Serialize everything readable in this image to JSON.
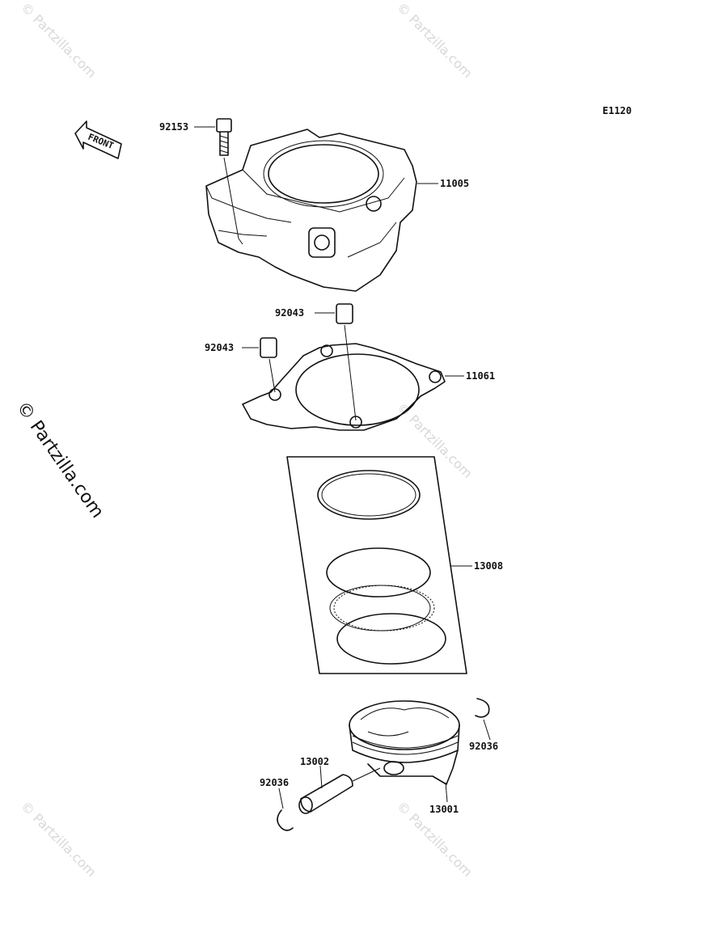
{
  "diagram_code": "E1120",
  "front_label": "FRONT",
  "watermark_text": "© Partzilla.com",
  "watermark_side": "© Partzilla.com",
  "parts": [
    {
      "key": "bolt",
      "number": "92153"
    },
    {
      "key": "cylinder",
      "number": "11005"
    },
    {
      "key": "dowel_upper",
      "number": "92043"
    },
    {
      "key": "dowel_left",
      "number": "92043"
    },
    {
      "key": "gasket",
      "number": "11061"
    },
    {
      "key": "ring_set",
      "number": "13008"
    },
    {
      "key": "clip_right",
      "number": "92036"
    },
    {
      "key": "pin",
      "number": "13002"
    },
    {
      "key": "clip_left",
      "number": "92036"
    },
    {
      "key": "piston",
      "number": "13001"
    }
  ]
}
